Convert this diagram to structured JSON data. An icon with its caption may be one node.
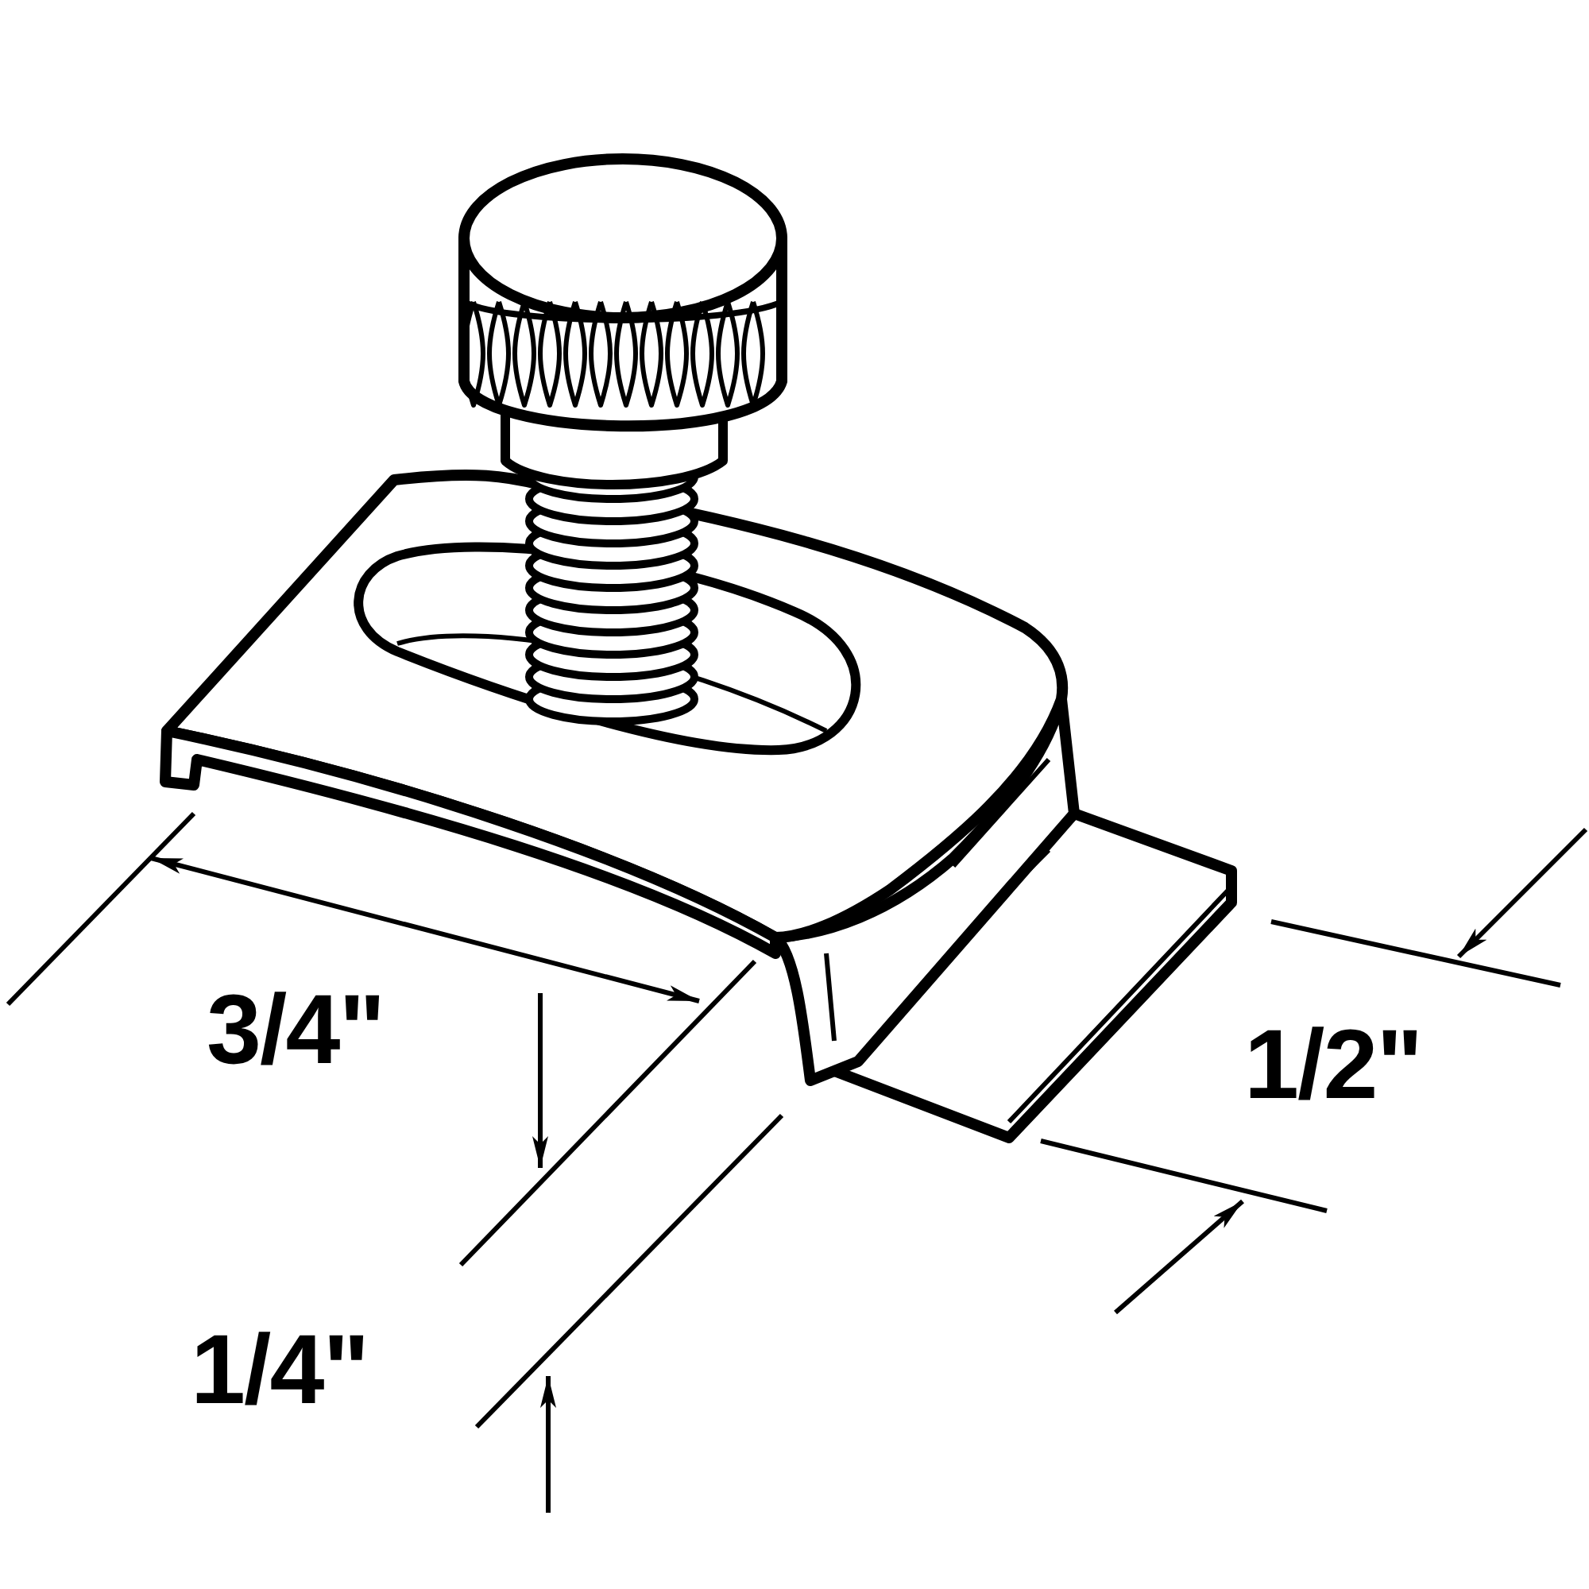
{
  "diagram": {
    "labels": [
      "3/4\"",
      "1/2\"",
      "1/4\""
    ]
  }
}
